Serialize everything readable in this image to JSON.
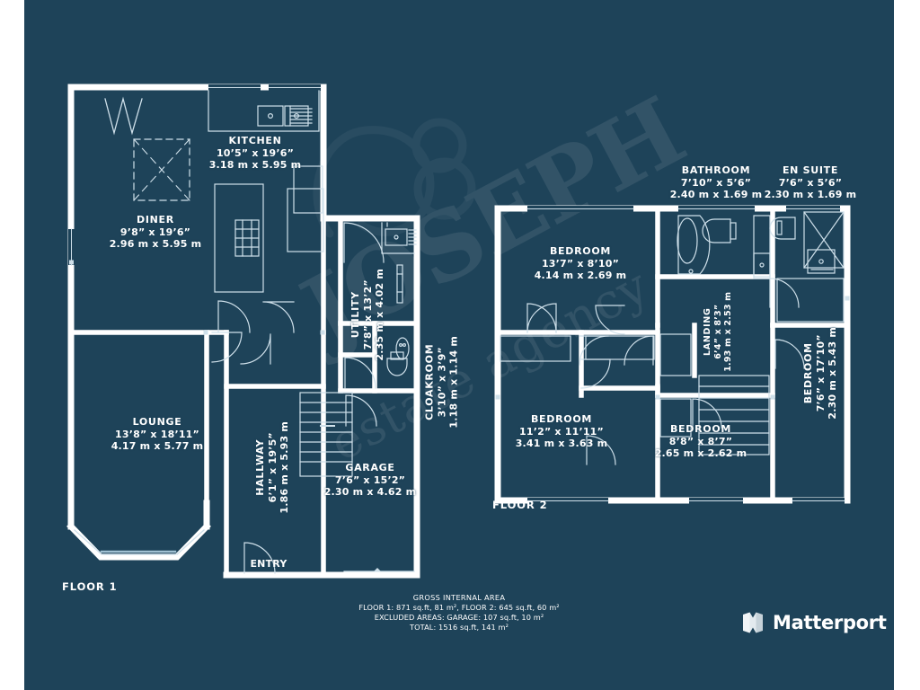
{
  "document": {
    "type": "floor-plan",
    "background_color": "#1e4359",
    "line_color": "#ffffff"
  },
  "watermark": {
    "line1": "JOSEPH",
    "line2": "estate agency"
  },
  "floors": [
    {
      "id": "floor-1",
      "label": "FLOOR 1",
      "rooms": [
        {
          "name": "KITCHEN",
          "imperial": "10’5” x 19’6”",
          "metric": "3.18 m x 5.95 m",
          "orientation": "horizontal"
        },
        {
          "name": "DINER",
          "imperial": "9’8” x 19’6”",
          "metric": "2.96 m x 5.95 m",
          "orientation": "horizontal"
        },
        {
          "name": "UTILITY",
          "imperial": "7’8” x 13’2”",
          "metric": "2.35 m x 4.02 m",
          "orientation": "vertical"
        },
        {
          "name": "CLOAKROOM",
          "imperial": "3’10” x 3’9”",
          "metric": "1.18 m x 1.14 m",
          "orientation": "vertical"
        },
        {
          "name": "LOUNGE",
          "imperial": "13’8” x 18’11”",
          "metric": "4.17 m x 5.77 m",
          "orientation": "horizontal"
        },
        {
          "name": "HALLWAY",
          "imperial": "6’1” x 19’5”",
          "metric": "1.86 m x 5.93 m",
          "orientation": "vertical"
        },
        {
          "name": "GARAGE",
          "imperial": "7’6” x 15’2”",
          "metric": "2.30 m x 4.62 m",
          "orientation": "horizontal"
        }
      ],
      "entry_label": "ENTRY"
    },
    {
      "id": "floor-2",
      "label": "FLOOR 2",
      "rooms": [
        {
          "name": "BATHROOM",
          "imperial": "7’10” x 5’6”",
          "metric": "2.40 m x 1.69 m",
          "orientation": "horizontal"
        },
        {
          "name": "EN SUITE",
          "imperial": "7’6” x 5’6”",
          "metric": "2.30 m x 1.69 m",
          "orientation": "horizontal"
        },
        {
          "name": "BEDROOM",
          "imperial": "13’7” x 8’10”",
          "metric": "4.14 m x 2.69 m",
          "orientation": "horizontal"
        },
        {
          "name": "LANDING",
          "imperial": "6’4” x 8’3”",
          "metric": "1.93 m x 2.53 m",
          "orientation": "vertical"
        },
        {
          "name": "BEDROOM",
          "imperial": "7’6” x 17’10”",
          "metric": "2.30 m x 5.43 m",
          "orientation": "vertical"
        },
        {
          "name": "BEDROOM",
          "imperial": "11’2” x 11’11”",
          "metric": "3.41 m x 3.63 m",
          "orientation": "horizontal"
        },
        {
          "name": "BEDROOM",
          "imperial": "8’8” x 8’7”",
          "metric": "2.65 m x 2.62 m",
          "orientation": "horizontal"
        }
      ]
    }
  ],
  "area_summary": {
    "title": "GROSS INTERNAL AREA",
    "line1": "FLOOR 1: 871 sq.ft, 81 m², FLOOR 2: 645 sq.ft, 60 m²",
    "line2": "EXCLUDED AREAS: GARAGE: 107 sq.ft, 10 m²",
    "line3": "TOTAL: 1516 sq.ft, 141 m²"
  },
  "brand": {
    "name": "Matterport",
    "icon": "matterport-logo-icon"
  }
}
